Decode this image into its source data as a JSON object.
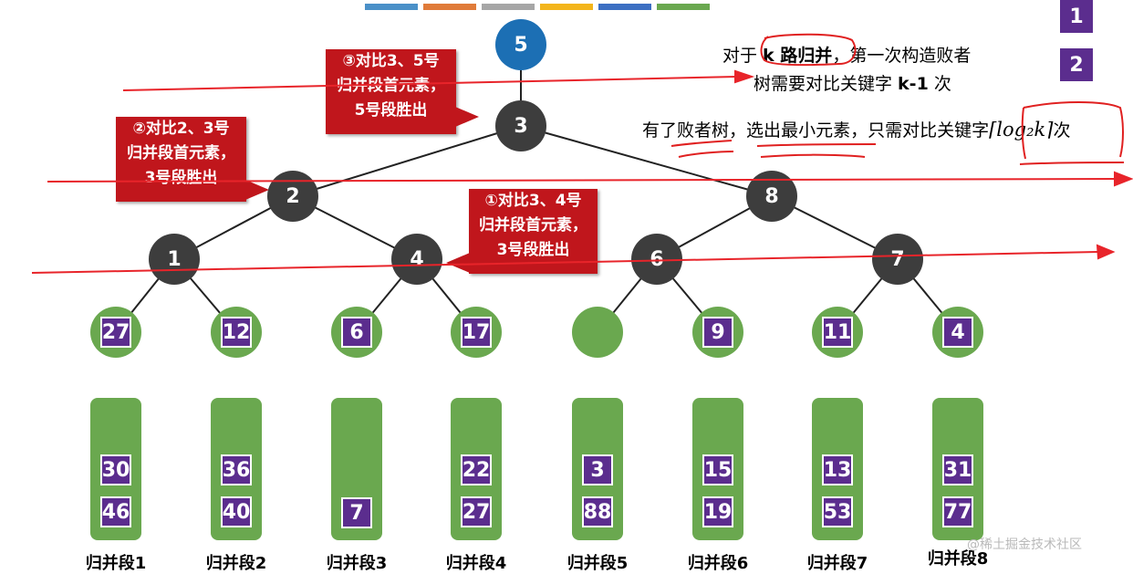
{
  "top_bar_colors": [
    "#4a90c8",
    "#e07b39",
    "#a6a6a6",
    "#f3b51b",
    "#3c6fc2",
    "#6aa84f"
  ],
  "colors": {
    "root": "#1c6fb4",
    "internal": "#3d3d3d",
    "leaf": "#6aa84f",
    "key": "#5b2d8e",
    "callout": "#c0161c",
    "annotation": "#e02020"
  },
  "legend": [
    "1",
    "2"
  ],
  "root": "5",
  "internal_nodes": [
    "3",
    "2",
    "8",
    "1",
    "4",
    "6",
    "7"
  ],
  "leaf_keys": [
    "27",
    "12",
    "6",
    "17",
    "",
    "9",
    "11",
    "4"
  ],
  "segments": [
    {
      "label": "归并段1",
      "values": [
        "30",
        "46"
      ]
    },
    {
      "label": "归并段2",
      "values": [
        "36",
        "40"
      ]
    },
    {
      "label": "归并段3",
      "values": [
        "7"
      ]
    },
    {
      "label": "归并段4",
      "values": [
        "22",
        "27"
      ]
    },
    {
      "label": "归并段5",
      "values": [
        "3",
        "88"
      ]
    },
    {
      "label": "归并段6",
      "values": [
        "15",
        "19"
      ]
    },
    {
      "label": "归并段7",
      "values": [
        "13",
        "53"
      ]
    },
    {
      "label": "归并段8",
      "values": [
        "31",
        "77"
      ]
    }
  ],
  "callouts": {
    "c1": [
      "①对比3、4号",
      "归并段首元素，",
      "3号段胜出"
    ],
    "c2": [
      "②对比2、3号",
      "归并段首元素，",
      "3号段胜出"
    ],
    "c3": [
      "③对比3、5号",
      "归并段首元素，",
      "5号段胜出"
    ]
  },
  "note1": {
    "pre": "对于 ",
    "k": "k",
    "mid": " 路归并",
    "post": "，第一次构造败者",
    "line2_pre": "树需要对比关键字 ",
    "line2_b": "k-1",
    "line2_post": " 次"
  },
  "note2": {
    "a": "有了",
    "b": "败者树",
    "c": "，",
    "d": "选出",
    "e": "最小元素",
    "f": "，只需对比关键字",
    "formula": "⌈log₂k⌉",
    "g": "次"
  },
  "watermark": "@稀土掘金技术社区"
}
